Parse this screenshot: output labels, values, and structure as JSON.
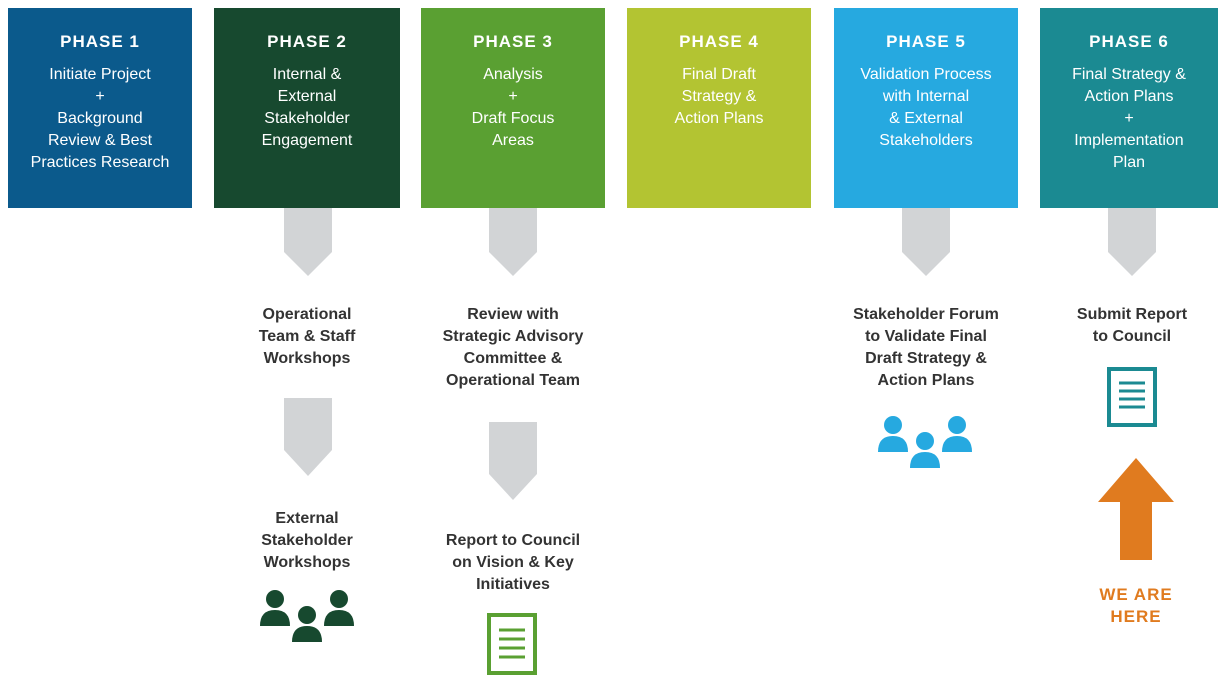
{
  "phases": [
    {
      "title": "PHASE 1",
      "desc": "Initiate Project\n+\nBackground\nReview & Best\nPractices Research",
      "color": "#0b5a8c"
    },
    {
      "title": "PHASE 2",
      "desc": "Internal &\nExternal\nStakeholder\nEngagement",
      "color": "#17492f"
    },
    {
      "title": "PHASE 3",
      "desc": "Analysis\n+\nDraft Focus\nAreas",
      "color": "#5aa032"
    },
    {
      "title": "PHASE 4",
      "desc": "Final Draft\nStrategy &\nAction Plans",
      "color": "#b3c432"
    },
    {
      "title": "PHASE 5",
      "desc": "Validation Process\nwith Internal\n& External\nStakeholders",
      "color": "#26a9e0"
    },
    {
      "title": "PHASE 6",
      "desc": "Final Strategy &\nAction Plans\n+\nImplementation\nPlan",
      "color": "#1b8a92"
    }
  ],
  "steps": {
    "p2_1": "Operational\nTeam & Staff\nWorkshops",
    "p2_2": "External\nStakeholder\nWorkshops",
    "p3_1": "Review with\nStrategic Advisory\nCommittee &\nOperational Team",
    "p3_2": "Report to Council\non Vision & Key\nInitiatives",
    "p5_1": "Stakeholder Forum\nto Validate Final\nDraft Strategy &\nAction Plans",
    "p6_1": "Submit Report\nto Council"
  },
  "we_are_here": "WE ARE\nHERE",
  "icons": {
    "arrow": "chevron-down-arrow-icon",
    "people": "people-group-icon",
    "document": "document-icon",
    "up": "up-arrow-icon"
  },
  "colors": {
    "arrow_grey": "#d2d4d6",
    "people_dark_green": "#17492f",
    "people_blue": "#26a9e0",
    "doc_green": "#5aa032",
    "doc_teal": "#1b8a92",
    "here_orange": "#e07b1f"
  }
}
